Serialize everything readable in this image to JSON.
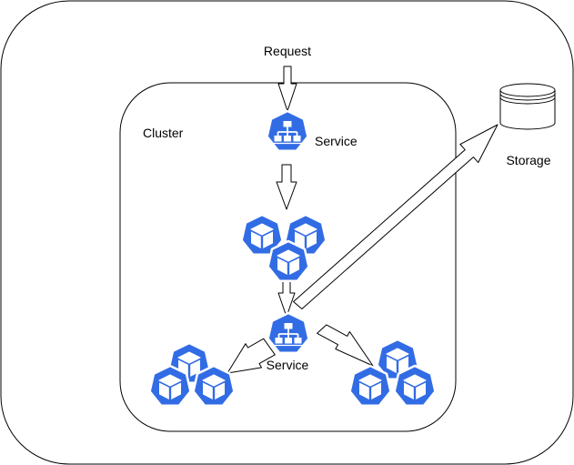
{
  "labels": {
    "request": "Request",
    "cluster": "Cluster",
    "service_top": "Service",
    "service_bottom": "Service",
    "storage": "Storage"
  },
  "icons": {
    "service": "kubernetes-service-icon",
    "pod": "kubernetes-pod-icon",
    "storage": "database-cylinder-icon"
  },
  "colors": {
    "k8s_blue": "#326CE5",
    "icon_white": "#ffffff",
    "stroke": "#000000",
    "background": "#ffffff"
  }
}
